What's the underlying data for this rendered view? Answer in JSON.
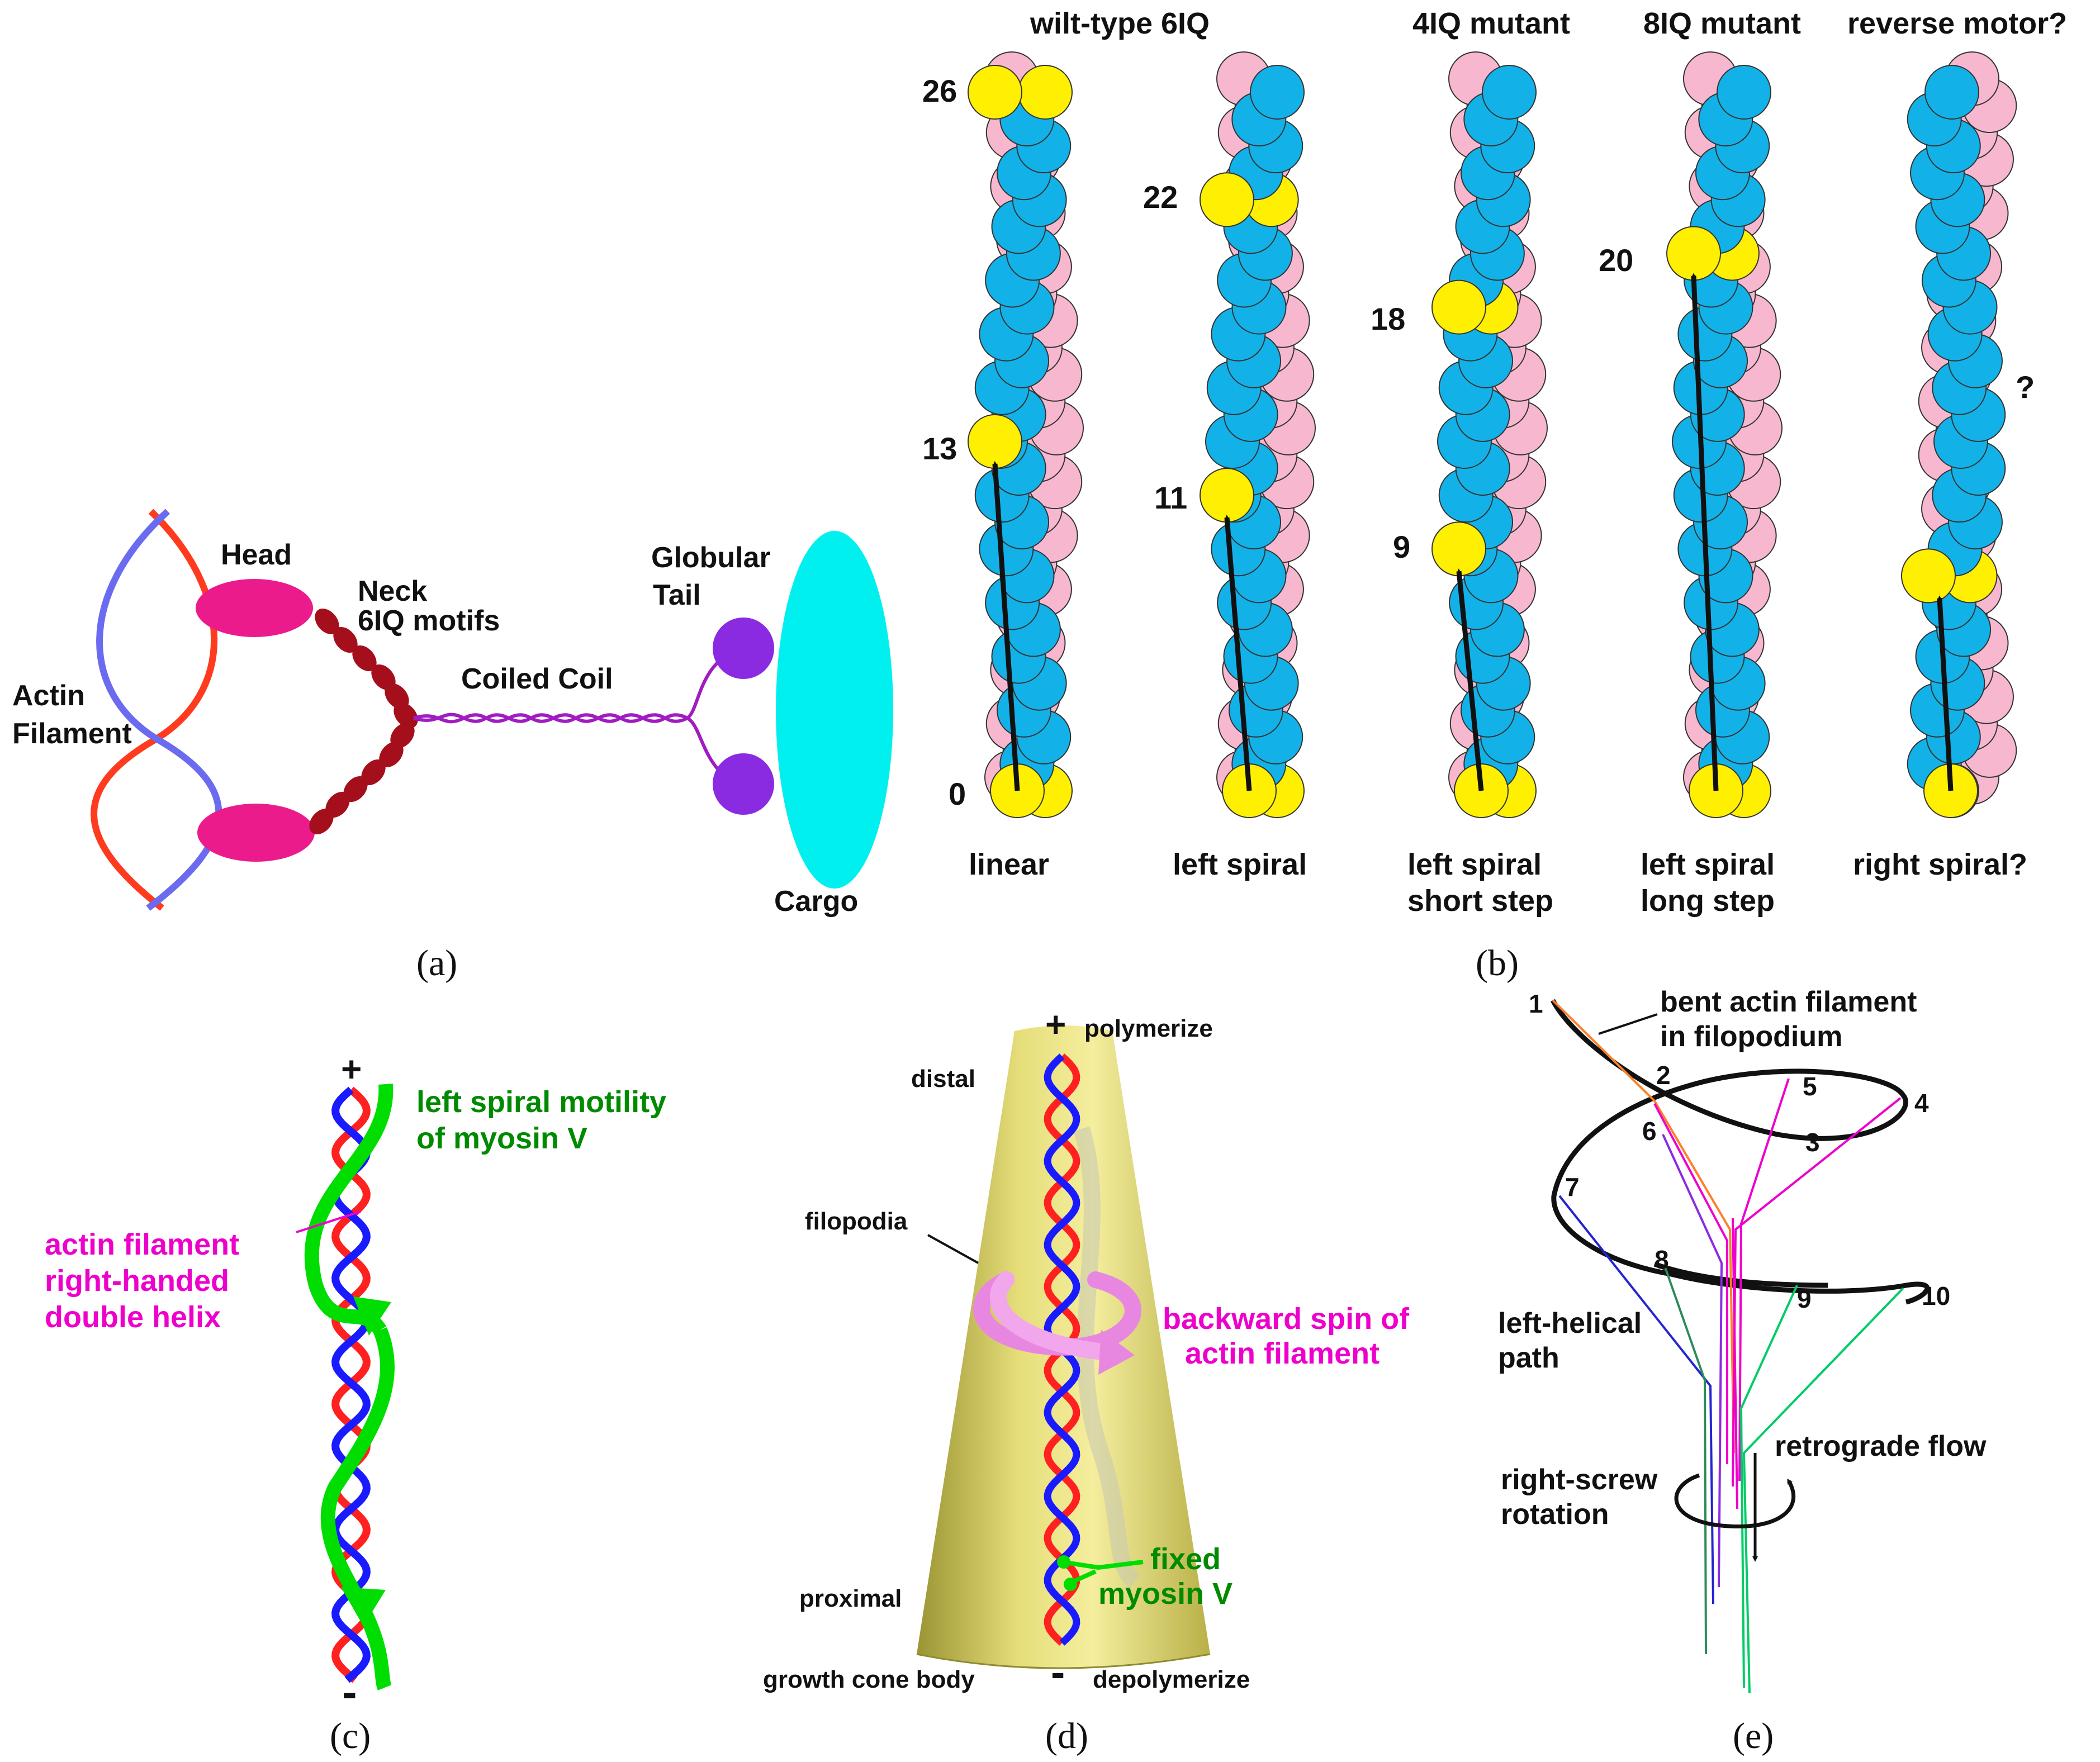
{
  "colors": {
    "pink_bead": "#f7b8cf",
    "blue_bead": "#12b2e8",
    "yellow_bead": "#ffef00",
    "actin_red": "#ff3b1f",
    "actin_blue": "#6b6bf0",
    "head": "#ec1b8c",
    "neck": "#a50f1c",
    "coil": "#a01cc0",
    "tail": "#8a2be2",
    "cargo": "#00f0f0",
    "green": "#00dd00",
    "magenta": "#ee00cc",
    "dark_green": "#008a00",
    "filopodium": "#d8d066"
  },
  "panel_a": {
    "caption": "(a)",
    "actin_label": [
      "Actin",
      "Filament"
    ],
    "head_label": "Head",
    "neck_label": [
      "Neck",
      "6IQ motifs"
    ],
    "coil_label": "Coiled Coil",
    "tail_label": [
      "Globular",
      "Tail"
    ],
    "cargo_label": "Cargo"
  },
  "panel_b": {
    "caption": "(b)",
    "columns": [
      {
        "title": "wilt-type 6IQ",
        "title_shared": true,
        "bottom": [
          "linear"
        ],
        "numbers": [
          "26",
          "13",
          "0"
        ]
      },
      {
        "title": "",
        "bottom": [
          "left spiral"
        ],
        "numbers": [
          "22",
          "11"
        ]
      },
      {
        "title": "4IQ mutant",
        "bottom": [
          "left spiral",
          "short step"
        ],
        "numbers": [
          "18",
          "9"
        ]
      },
      {
        "title": "8IQ mutant",
        "bottom": [
          "left spiral",
          "long step"
        ],
        "numbers": [
          "20"
        ]
      },
      {
        "title": "reverse motor?",
        "bottom": [
          "right spiral?"
        ],
        "numbers": [
          "?"
        ]
      }
    ]
  },
  "panel_c": {
    "caption": "(c)",
    "plus": "+",
    "minus": "-",
    "motility_label": [
      "left spiral motility",
      "of myosin V"
    ],
    "helix_label": [
      "actin filament",
      "right-handed",
      "double helix"
    ]
  },
  "panel_d": {
    "caption": "(d)",
    "plus": "+",
    "minus": "-",
    "polymerize": "polymerize",
    "depolymerize": "depolymerize",
    "distal": "distal",
    "filopodia": "filopodia",
    "proximal": "proximal",
    "growth_cone": "growth cone body",
    "spin_label": [
      "backward spin of",
      "actin filament"
    ],
    "myosin_label": [
      "fixed",
      "myosin V"
    ]
  },
  "panel_e": {
    "caption": "(e)",
    "bent_label": [
      "bent actin filament",
      "in filopodium"
    ],
    "path_label": [
      "left-helical",
      "path"
    ],
    "retro_label": "retrograde flow",
    "rotation_label": [
      "right-screw",
      "rotation"
    ],
    "points": [
      "1",
      "2",
      "3",
      "4",
      "5",
      "6",
      "7",
      "8",
      "9",
      "10"
    ]
  }
}
